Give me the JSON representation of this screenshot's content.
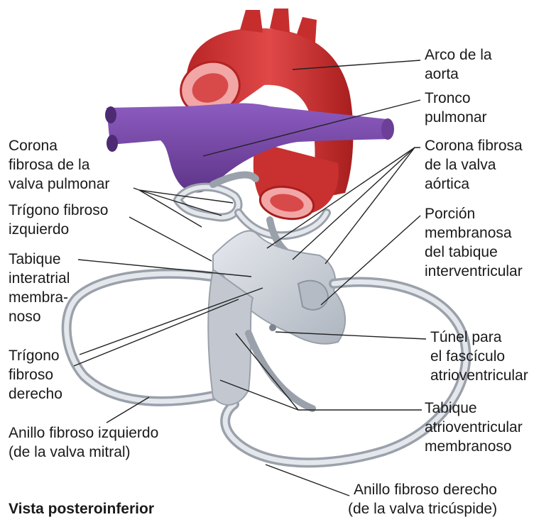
{
  "caption": "Vista posteroinferior",
  "labels": {
    "arco_aorta": [
      "Arco de la",
      "aorta"
    ],
    "tronco_pulmonar": [
      "Tronco",
      "pulmonar"
    ],
    "corona_aortica": [
      "Corona fibrosa",
      "de la valva",
      "aórtica"
    ],
    "porcion_membranosa": [
      "Porción",
      "membranosa",
      "del tabique",
      "interventricular"
    ],
    "tunel": [
      "Túnel para",
      "el fascículo",
      "atrioventricular"
    ],
    "tabique_av": [
      "Tabique",
      "atrioventricular",
      "membranoso"
    ],
    "anillo_derecho": [
      "Anillo fibroso derecho",
      "(de la valva tricúspide)"
    ],
    "corona_pulmonar": [
      "Corona",
      "fibrosa de la",
      "valva pulmonar"
    ],
    "trigono_izq": [
      "Trígono fibroso",
      "izquierdo"
    ],
    "tabique_interatrial": [
      "Tabique",
      "interatrial",
      "membra-",
      "noso"
    ],
    "trigono_der": [
      "Trígono",
      "fibroso",
      "derecho"
    ],
    "anillo_izquierdo": [
      "Anillo fibroso izquierdo",
      "(de la valva mitral)"
    ]
  },
  "colors": {
    "aorta": "#d93a3a",
    "aorta_lumen": "#f2a6a6",
    "pulmonary": "#7a4aa8",
    "fibrous": "#c9ced6"
  }
}
